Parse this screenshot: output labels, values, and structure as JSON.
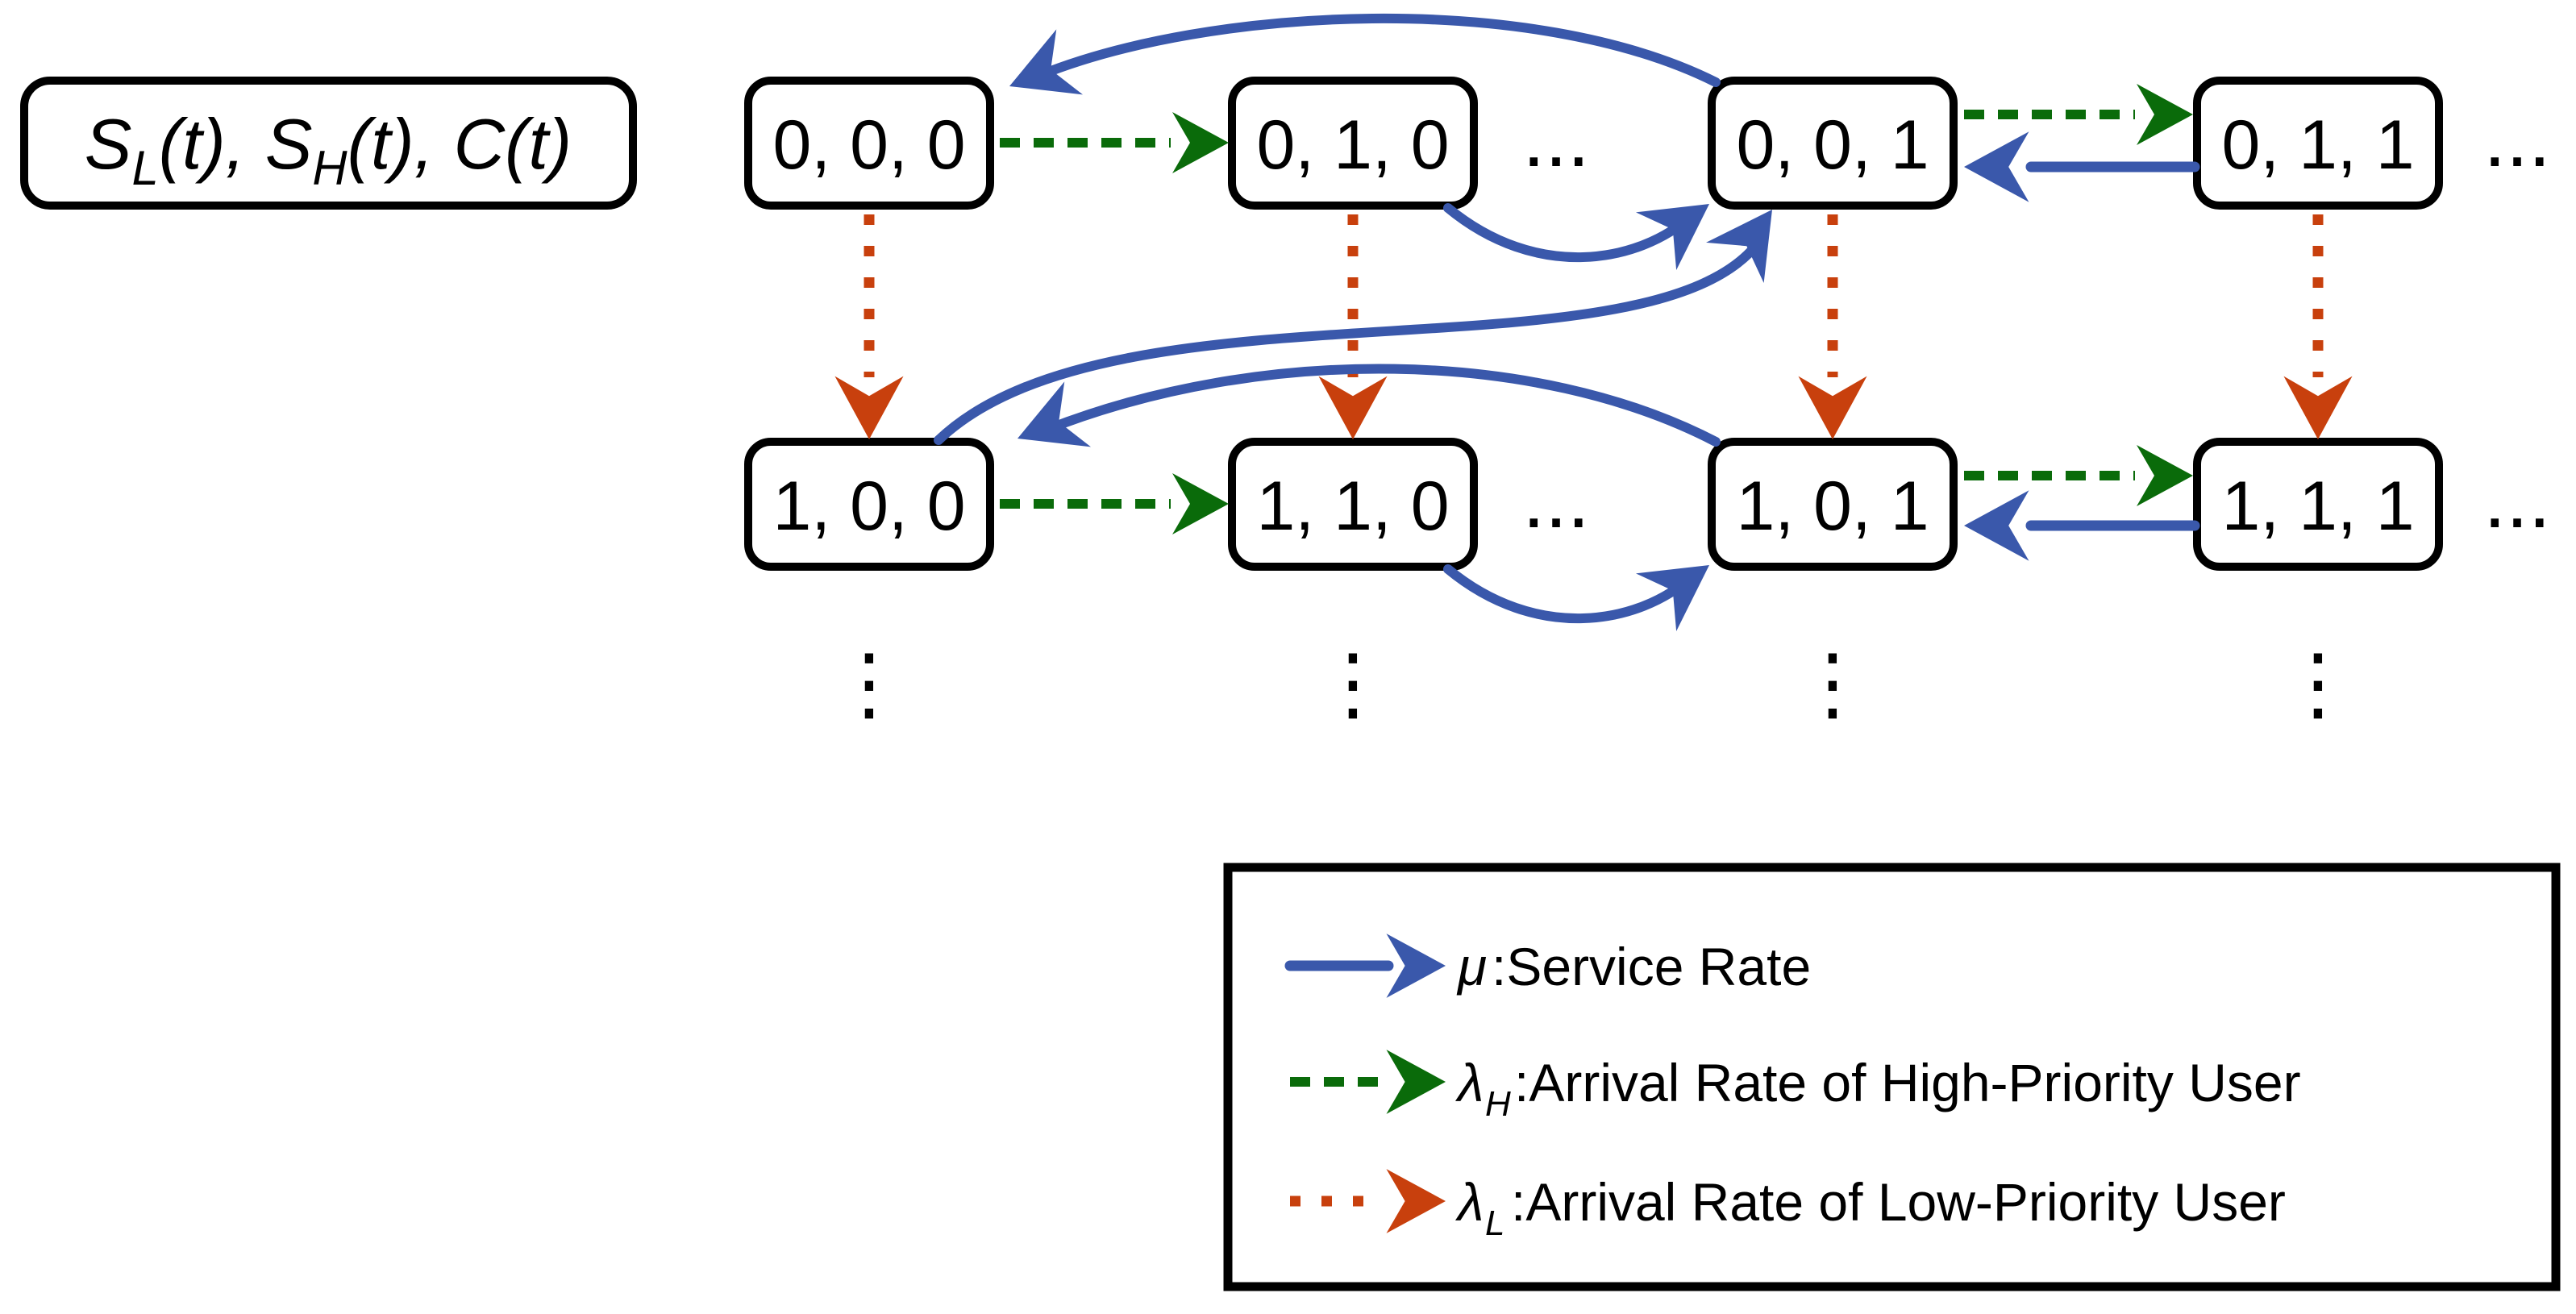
{
  "colors": {
    "mu": "#3a58ab",
    "lambda_h": "#0a6b0a",
    "lambda_l": "#c8400d",
    "ink": "#000000",
    "background": "#ffffff"
  },
  "label_box": {
    "var1": "S",
    "var1_sub": "L",
    "t1": "(t), ",
    "var2": "S",
    "var2_sub": "H",
    "t2": "(t), ",
    "var3": "C",
    "t3": "(t)"
  },
  "states": {
    "row1": [
      "0, 0, 0",
      "0, 1, 0",
      "0, 0, 1",
      "0, 1, 1"
    ],
    "row2": [
      "1, 0, 0",
      "1, 1, 0",
      "1, 0, 1",
      "1, 1, 1"
    ]
  },
  "ellipsis": "...",
  "vertical_ellipsis": "⋮",
  "transitions": [
    {
      "from": "0,0,0",
      "to": "0,1,0",
      "rate": "lambda_H"
    },
    {
      "from": "0,0,1",
      "to": "0,1,1",
      "rate": "lambda_H"
    },
    {
      "from": "1,0,0",
      "to": "1,1,0",
      "rate": "lambda_H"
    },
    {
      "from": "1,0,1",
      "to": "1,1,1",
      "rate": "lambda_H"
    },
    {
      "from": "0,0,0",
      "to": "1,0,0",
      "rate": "lambda_L"
    },
    {
      "from": "0,1,0",
      "to": "1,1,0",
      "rate": "lambda_L"
    },
    {
      "from": "0,0,1",
      "to": "1,0,1",
      "rate": "lambda_L"
    },
    {
      "from": "0,1,1",
      "to": "1,1,1",
      "rate": "lambda_L"
    },
    {
      "from": "0,1,1",
      "to": "0,0,1",
      "rate": "mu"
    },
    {
      "from": "1,1,1",
      "to": "1,0,1",
      "rate": "mu"
    },
    {
      "from": "0,0,1",
      "to": "0,0,0",
      "rate": "mu"
    },
    {
      "from": "1,0,1",
      "to": "1,0,0",
      "rate": "mu"
    },
    {
      "from": "0,1,0",
      "to": "0,0,1",
      "rate": "mu"
    },
    {
      "from": "1,1,0",
      "to": "1,0,1",
      "rate": "mu"
    },
    {
      "from": "1,0,0",
      "to": "0,0,1",
      "rate": "mu"
    }
  ],
  "legend": {
    "items": [
      {
        "symbol": "μ",
        "subscript": "",
        "label": ":Service Rate",
        "line_style": "solid"
      },
      {
        "symbol": "λ",
        "subscript": "H",
        "label": ":Arrival Rate of High-Priority User",
        "line_style": "dashed"
      },
      {
        "symbol": "λ",
        "subscript": "L",
        "label": ":Arrival Rate of Low-Priority User",
        "line_style": "dotted"
      }
    ]
  }
}
